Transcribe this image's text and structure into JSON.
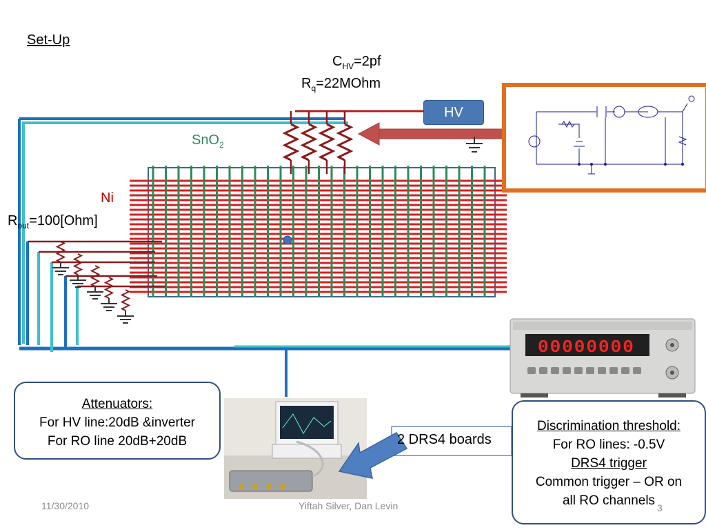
{
  "slide": {
    "title": "Set-Up",
    "chv_label": {
      "main": "C",
      "sub": "HV",
      "rest": "=2pf"
    },
    "rq_label": {
      "main": "R",
      "sub": "q",
      "rest": "=22MOhm"
    },
    "rout_label": {
      "main": "R",
      "sub": "out",
      "rest": "=100[Ohm]"
    },
    "sno2_label": {
      "main": "SnO",
      "sub": "2"
    },
    "ni_label": "Ni",
    "hv_button": "HV",
    "drs4_label": "2 DRS4 boards",
    "attenuators": {
      "heading": "Attenuators:",
      "line1": "For HV line:20dB &inverter",
      "line2": "For RO line 20dB+20dB"
    },
    "discrimination": {
      "heading": "Discrimination threshold:",
      "line1": "For RO lines: -0.5V",
      "heading2": "DRS4 trigger",
      "line2": "Common trigger – OR on",
      "line3": "all RO channels"
    },
    "counter_display": "00000000",
    "footer": {
      "date": "11/30/2010",
      "authors": "Yiftah Silver, Dan Levin",
      "page": "3"
    }
  },
  "colors": {
    "ni": "#d42020",
    "sno2": "#2e8b57",
    "readout": "#1f6fc0",
    "readout_light": "#3fc0c8",
    "hv_box": "#4a78b5",
    "resistor": "#8b1a1a",
    "schematic_border": "#e07020"
  }
}
